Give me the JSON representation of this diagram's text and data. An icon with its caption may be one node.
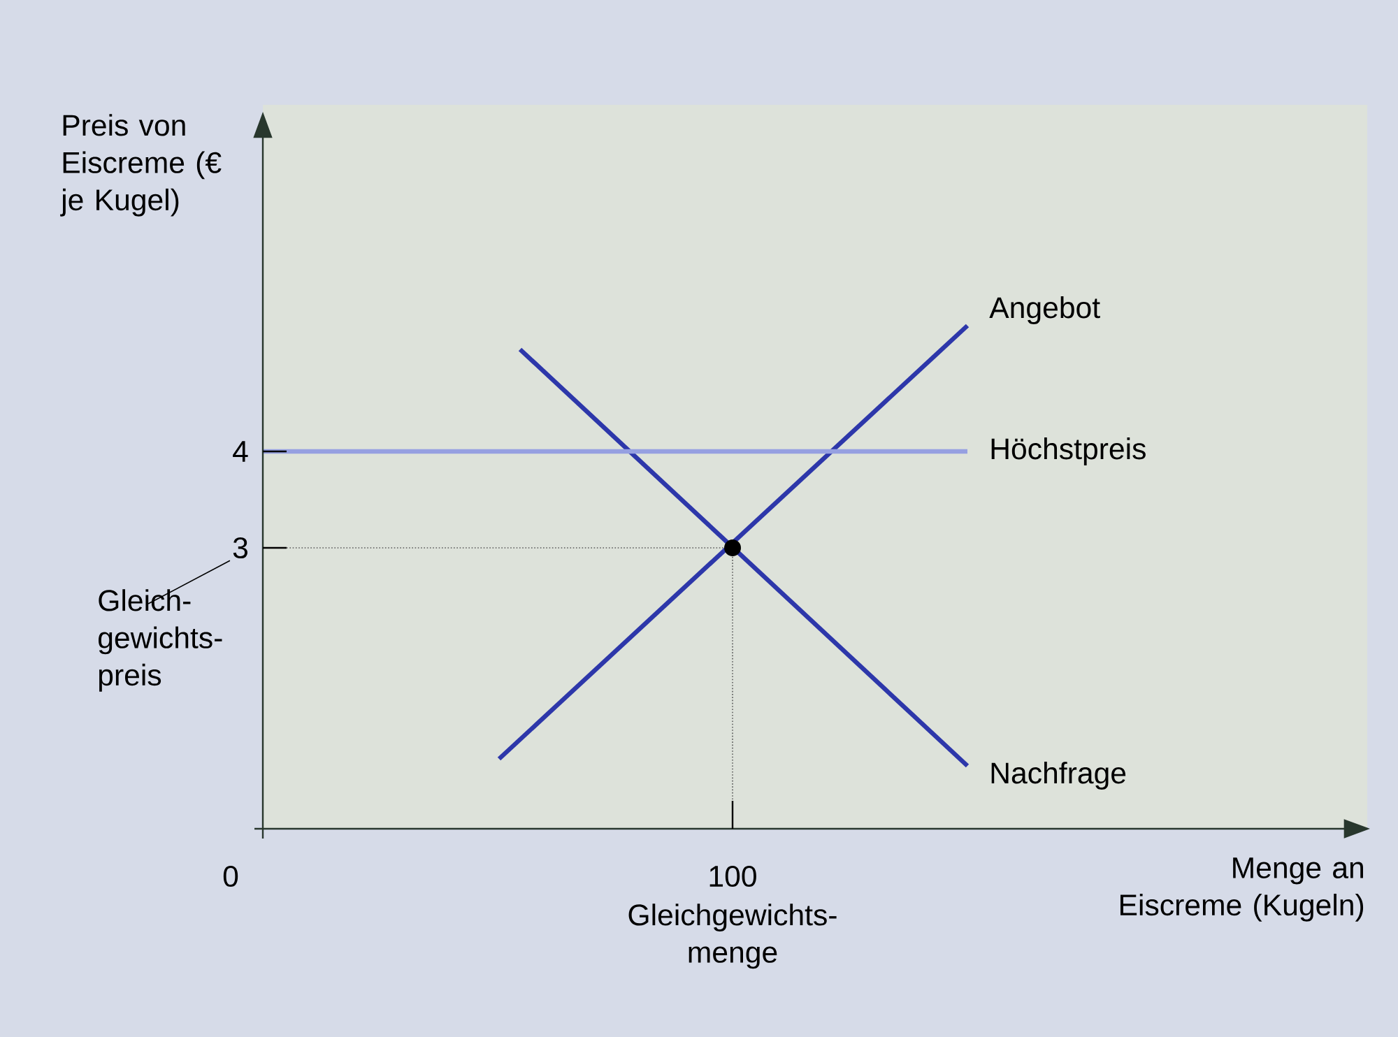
{
  "diagram": {
    "nodes": [
      {
        "text": [
          "3"
        ]
      },
      {
        "text": [
          "Gleich- gewichts- preis"
        ]
      }
    ],
    "edges": [
      {
        "from": 1,
        "to": 0,
        "arrow": "none"
      }
    ],
    "labels": [
      "Preis von Eiscreme (€ je Kugel)",
      "Angebot",
      "4",
      "Höchstpreis",
      "Nachfrage",
      "0",
      "100",
      "Menge an Eiscreme (Kugeln)",
      "Gleichgewichts- menge"
    ]
  }
}
